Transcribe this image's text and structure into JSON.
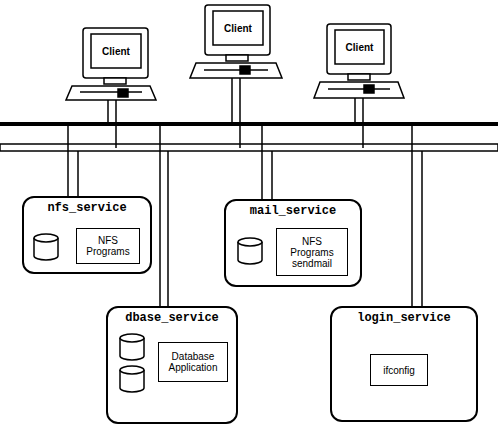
{
  "diagram": {
    "nodes": [
      {
        "text": [
          "Client"
        ]
      },
      {
        "text": [
          "Client"
        ]
      },
      {
        "text": [
          "Client"
        ]
      },
      {
        "text": [
          "nfs_service"
        ]
      },
      {
        "text": [
          "NFS Programs"
        ],
        "in": 3
      },
      {
        "text": [
          "mail_service"
        ]
      },
      {
        "text": [
          "NFS Programs sendmail"
        ],
        "in": 5
      },
      {
        "text": [
          "dbase_service"
        ]
      },
      {
        "text": [
          "Database Application"
        ],
        "in": 7
      },
      {
        "text": [
          "login_service"
        ]
      },
      {
        "text": [
          "ifconfig"
        ],
        "in": 9
      }
    ]
  }
}
